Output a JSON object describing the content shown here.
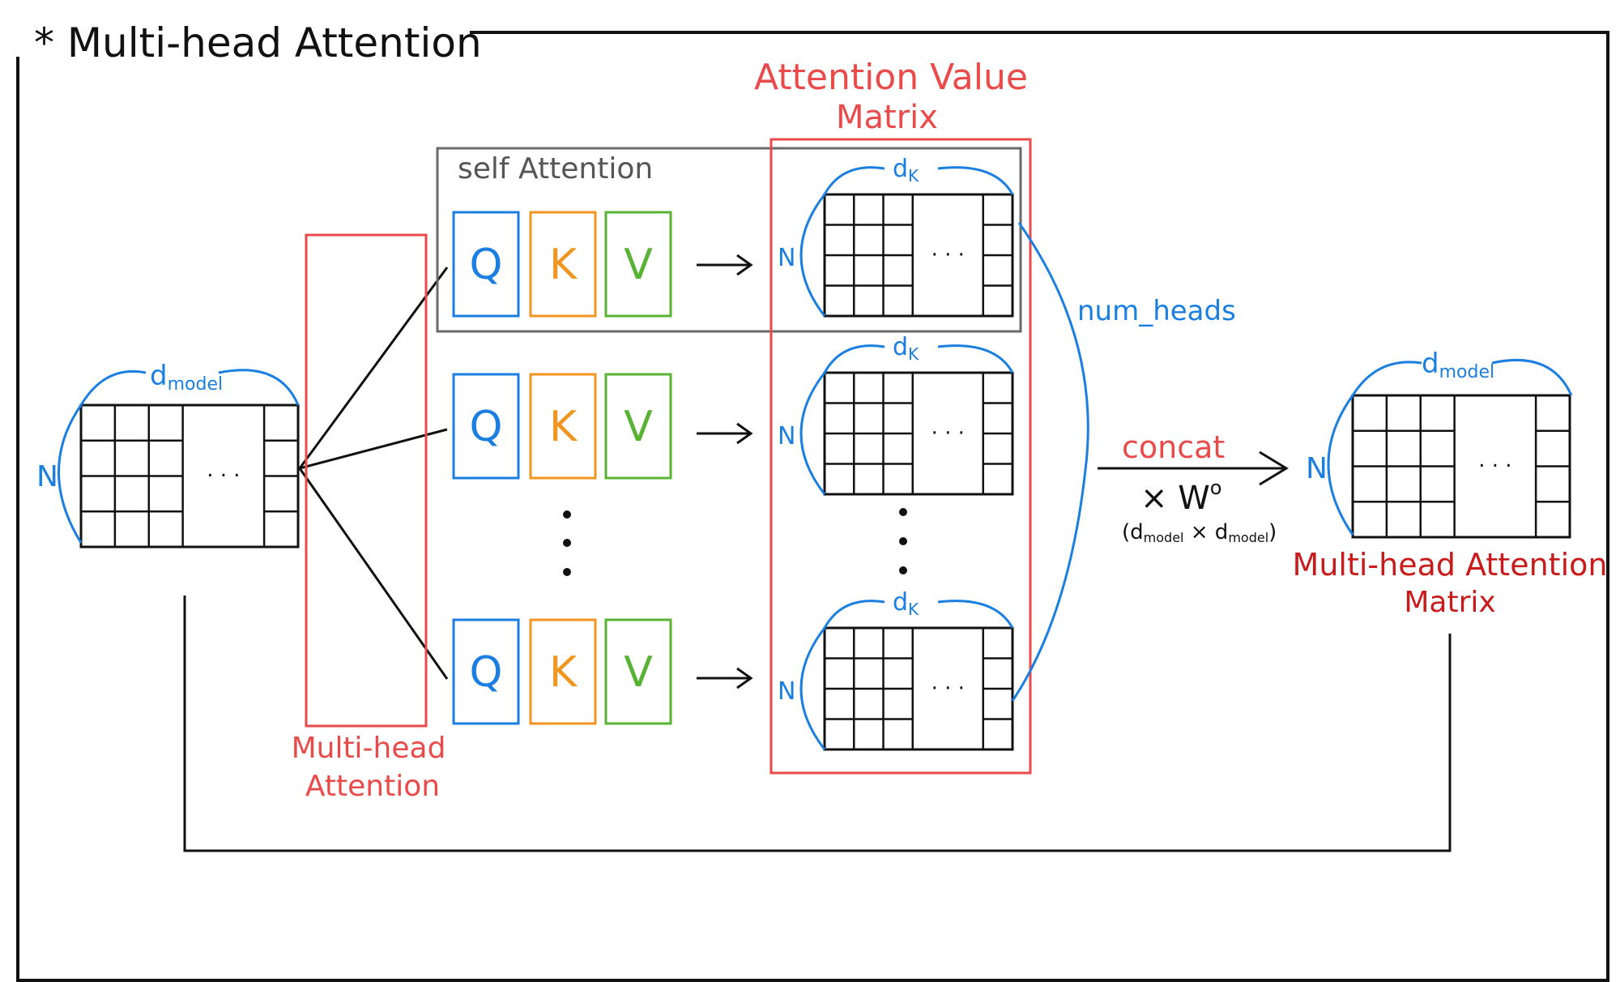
{
  "title": "* Multi-head Attention",
  "labels": {
    "self_attention": "self Attention",
    "attention_value": "Attention Value",
    "attention_value_2": "Matrix",
    "multihead_box": "Multi-head",
    "multihead_box_2": "Attention",
    "num_heads": "num_heads",
    "concat": "concat",
    "times_w": "× W",
    "w_sup": "o",
    "dims_open": "(d",
    "dims_model1": "model",
    "dims_times": " × d",
    "dims_model2": "model",
    "dims_close": ")",
    "output_1": "Multi-head Attention",
    "output_2": "Matrix",
    "d": "d",
    "model": "model",
    "k": "K",
    "n": "N",
    "ellipsis": "· · ·",
    "q": "Q",
    "kk": "K",
    "v": "V"
  },
  "colors": {
    "blue": "#1a7fe0",
    "orange": "#f0951f",
    "green": "#58b334",
    "red": "#e94a4a",
    "darkred": "#c81c1c",
    "gray": "#6a6a6a",
    "black": "#111111"
  }
}
